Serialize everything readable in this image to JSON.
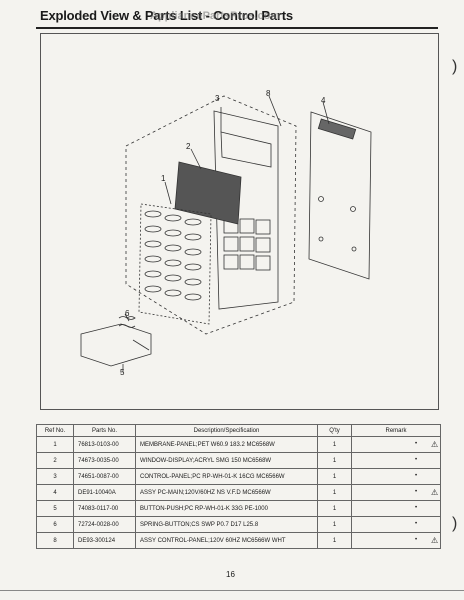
{
  "page": {
    "title": "Exploded View & Parts List - Control Parts",
    "watermark": "AppliancePartsPros.com",
    "page_number": "16"
  },
  "diagram": {
    "callouts": [
      "1",
      "2",
      "3",
      "4",
      "5",
      "6",
      "8"
    ]
  },
  "table": {
    "headers": [
      "Ref No.",
      "Parts No.",
      "Description/Specification",
      "Q'ty",
      "Remark"
    ],
    "rows": [
      {
        "ref": "1",
        "part": "76813-0103-00",
        "desc": "MEMBRANE-PANEL;PET W60.9 183.2 MC6568W",
        "qty": "1",
        "dot": "•",
        "warn": "⚠"
      },
      {
        "ref": "2",
        "part": "74673-0035-00",
        "desc": "WINDOW-DISPLAY;ACRYL SMG 150 MC6568W",
        "qty": "1",
        "dot": "•",
        "warn": ""
      },
      {
        "ref": "3",
        "part": "74651-0087-00",
        "desc": "CONTROL-PANEL;PC RP-WH-01-K 16CG MC6566W",
        "qty": "1",
        "dot": "•",
        "warn": ""
      },
      {
        "ref": "4",
        "part": "DE91-10040A",
        "desc": "ASSY PC-MAIN;120V/60HZ NS V.F.D MC6566W",
        "qty": "1",
        "dot": "•",
        "warn": "⚠"
      },
      {
        "ref": "5",
        "part": "74083-0117-00",
        "desc": "BUTTON-PUSH;PC RP-WH-01-K 33G PE-1000",
        "qty": "1",
        "dot": "•",
        "warn": ""
      },
      {
        "ref": "6",
        "part": "72724-0028-00",
        "desc": "SPRING-BUTTON;CS SWP P0.7 D17 L25.8",
        "qty": "1",
        "dot": "•",
        "warn": ""
      },
      {
        "ref": "8",
        "part": "DE93-300124",
        "desc": "ASSY CONTROL-PANEL;120V 60HZ MC6566W WHT",
        "qty": "1",
        "dot": "•",
        "warn": "⚠"
      }
    ]
  }
}
